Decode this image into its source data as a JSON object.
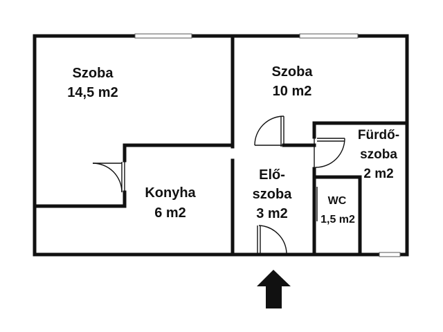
{
  "rooms": [
    {
      "id": "szoba-1",
      "line1": "Szoba",
      "line2": "14,5 m2"
    },
    {
      "id": "szoba-2",
      "line1": "Szoba",
      "line2": "10 m2"
    },
    {
      "id": "konyha",
      "line1": "Konyha",
      "line2": "6 m2"
    },
    {
      "id": "eloszoba",
      "line1": "Elő-",
      "line2": "szoba",
      "line3": "3 m2"
    },
    {
      "id": "furdoszoba",
      "line1": "Fürdő-",
      "line2": "szoba",
      "line3": "2 m2"
    },
    {
      "id": "wc",
      "line1": "WC",
      "line2": "1,5 m2"
    }
  ],
  "colors": {
    "wall": "#111111",
    "background": "#ffffff",
    "arrow": "#111111"
  },
  "icons": {
    "entrance": "arrow-up-icon"
  }
}
